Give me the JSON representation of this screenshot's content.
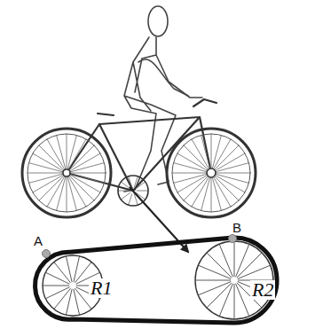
{
  "diagram": {
    "labels": [
      "A",
      "B",
      "R1",
      "R2"
    ]
  }
}
